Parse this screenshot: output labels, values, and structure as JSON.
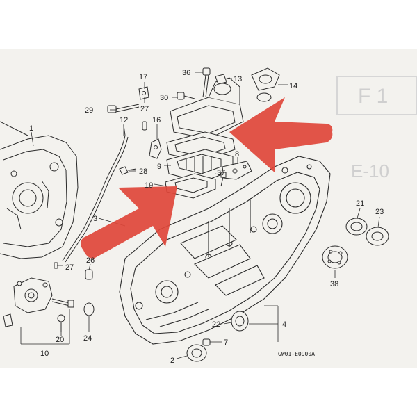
{
  "figure": {
    "drawing_code": "GW01-E0900A",
    "arrow_color": "#e0463a",
    "paper_color": "#f3f2ee",
    "line_color": "#2a2a2a"
  },
  "callouts": [
    {
      "id": "1",
      "text": "1"
    },
    {
      "id": "2",
      "text": "2"
    },
    {
      "id": "3",
      "text": "3"
    },
    {
      "id": "4",
      "text": "4"
    },
    {
      "id": "7",
      "text": "7"
    },
    {
      "id": "8",
      "text": "8"
    },
    {
      "id": "9",
      "text": "9"
    },
    {
      "id": "10",
      "text": "10"
    },
    {
      "id": "12",
      "text": "12"
    },
    {
      "id": "13",
      "text": "13"
    },
    {
      "id": "14",
      "text": "14"
    },
    {
      "id": "16",
      "text": "16"
    },
    {
      "id": "17",
      "text": "17"
    },
    {
      "id": "19",
      "text": "19"
    },
    {
      "id": "20",
      "text": "20"
    },
    {
      "id": "21",
      "text": "21"
    },
    {
      "id": "22",
      "text": "22"
    },
    {
      "id": "23",
      "text": "23"
    },
    {
      "id": "24",
      "text": "24"
    },
    {
      "id": "26",
      "text": "26"
    },
    {
      "id": "27a",
      "text": "27"
    },
    {
      "id": "27b",
      "text": "27"
    },
    {
      "id": "28",
      "text": "28"
    },
    {
      "id": "29",
      "text": "29"
    },
    {
      "id": "30",
      "text": "30"
    },
    {
      "id": "36",
      "text": "36"
    },
    {
      "id": "37",
      "text": "37"
    },
    {
      "id": "38",
      "text": "38"
    }
  ],
  "background_marks": {
    "tab_text": "F 1",
    "code_text": "E-10"
  }
}
